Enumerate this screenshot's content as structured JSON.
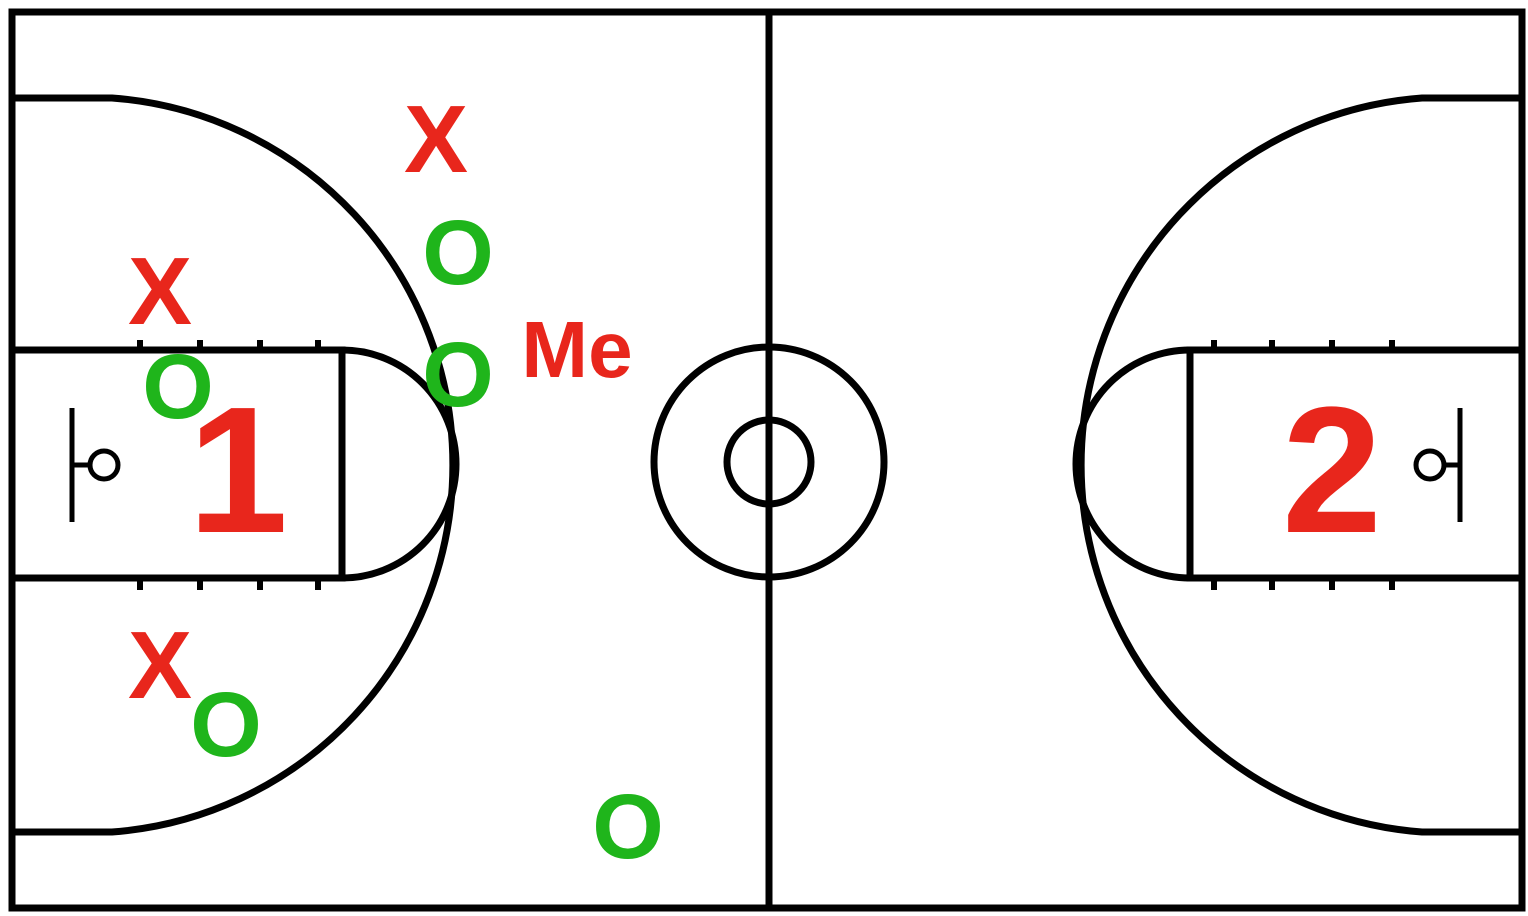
{
  "colors": {
    "offense": "#E8261C",
    "defense": "#1FB51B",
    "lines": "#000000",
    "floor": "#FFFFFF"
  },
  "court": {
    "basket_1_label": "1",
    "basket_2_label": "2"
  },
  "players": {
    "x_label": "X",
    "o_label": "O",
    "me_label": "Me"
  }
}
